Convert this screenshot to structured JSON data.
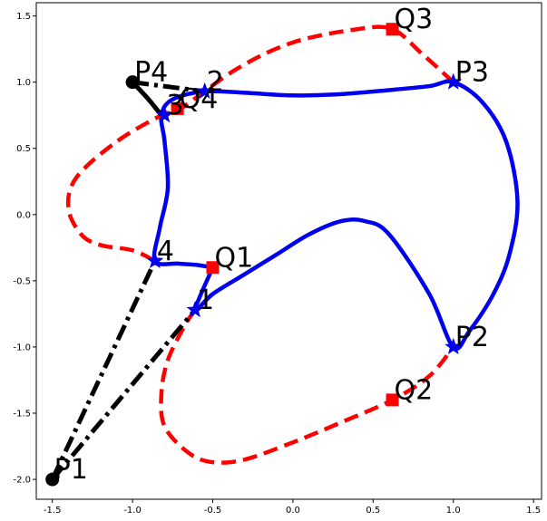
{
  "chart_data": {
    "type": "line",
    "title": "",
    "xlabel": "",
    "ylabel": "",
    "xlim": [
      -1.6,
      1.55
    ],
    "ylim": [
      -2.15,
      1.6
    ],
    "grid": false,
    "x_ticks": [
      -1.5,
      -1.0,
      -0.5,
      0.0,
      0.5,
      1.0,
      1.5
    ],
    "x_tick_labels": [
      "-1.5",
      "-1.0",
      "-0.5",
      "0.0",
      "0.5",
      "1.0",
      "1.5"
    ],
    "y_ticks": [
      1.5,
      1.0,
      0.5,
      0.0,
      -0.5,
      -1.0,
      -1.5,
      -2.0
    ],
    "y_tick_labels": [
      "1.5",
      "1.0",
      "0.5",
      "0.0",
      "-0.5",
      "-1.0",
      "-1.5",
      "-2.0"
    ],
    "colors": {
      "blue_curve": "#0000ee",
      "red_curve": "#ff0000",
      "black_lines": "#000000"
    },
    "series": [
      {
        "style": "blue-solid",
        "points": [
          [
            -0.5,
            -0.4
          ],
          [
            -0.6,
            -0.38
          ],
          [
            -0.72,
            -0.37
          ],
          [
            -0.86,
            -0.35
          ],
          [
            -0.83,
            -0.1
          ],
          [
            -0.78,
            0.2
          ],
          [
            -0.8,
            0.55
          ],
          [
            -0.82,
            0.75
          ],
          [
            -0.75,
            0.87
          ],
          [
            -0.55,
            0.93
          ],
          [
            -0.3,
            0.92
          ],
          [
            0,
            0.9
          ],
          [
            0.3,
            0.91
          ],
          [
            0.6,
            0.94
          ],
          [
            0.85,
            0.97
          ],
          [
            1,
            1.0
          ],
          [
            1.18,
            0.85
          ],
          [
            1.33,
            0.55
          ],
          [
            1.4,
            0.1
          ],
          [
            1.35,
            -0.3
          ],
          [
            1.25,
            -0.6
          ],
          [
            1.1,
            -0.88
          ],
          [
            1,
            -1.0
          ],
          [
            0.85,
            -0.6
          ],
          [
            0.6,
            -0.15
          ],
          [
            0.45,
            -0.05
          ],
          [
            0.3,
            -0.05
          ],
          [
            0.1,
            -0.15
          ],
          [
            -0.1,
            -0.3
          ],
          [
            -0.3,
            -0.45
          ],
          [
            -0.5,
            -0.6
          ],
          [
            -0.61,
            -0.72
          ],
          [
            -0.5,
            -0.4
          ]
        ]
      },
      {
        "style": "red-dashed",
        "points": [
          [
            -0.61,
            -0.72
          ],
          [
            -0.68,
            -0.85
          ],
          [
            -0.78,
            -1.1
          ],
          [
            -0.82,
            -1.35
          ],
          [
            -0.8,
            -1.6
          ],
          [
            -0.65,
            -1.8
          ],
          [
            -0.5,
            -1.87
          ],
          [
            -0.3,
            -1.85
          ],
          [
            0,
            -1.72
          ],
          [
            0.3,
            -1.57
          ],
          [
            0.62,
            -1.4
          ],
          [
            0.85,
            -1.22
          ],
          [
            1,
            -1.0
          ]
        ]
      },
      {
        "style": "red-dashed",
        "points": [
          [
            1,
            1.0
          ],
          [
            0.8,
            1.22
          ],
          [
            0.62,
            1.4
          ],
          [
            0.4,
            1.4
          ],
          [
            0,
            1.3
          ],
          [
            -0.35,
            1.1
          ],
          [
            -0.7,
            0.8
          ],
          [
            -0.82,
            0.75
          ],
          [
            -1.1,
            0.55
          ],
          [
            -1.35,
            0.28
          ],
          [
            -1.4,
            0.05
          ],
          [
            -1.32,
            -0.15
          ],
          [
            -1.2,
            -0.23
          ],
          [
            -1.0,
            -0.27
          ],
          [
            -0.86,
            -0.35
          ]
        ]
      },
      {
        "style": "black-dashdot",
        "points": [
          [
            -1.5,
            -2.0
          ],
          [
            -0.86,
            -0.35
          ]
        ]
      },
      {
        "style": "black-dashdot",
        "points": [
          [
            -1.5,
            -2.0
          ],
          [
            -0.61,
            -0.72
          ]
        ]
      },
      {
        "style": "black-dashdot",
        "points": [
          [
            -1.0,
            1.0
          ],
          [
            -0.55,
            0.93
          ]
        ]
      },
      {
        "style": "black-solid",
        "points": [
          [
            -1.0,
            1.0
          ],
          [
            -0.9,
            0.87
          ],
          [
            -0.82,
            0.75
          ]
        ]
      }
    ],
    "control_points": [
      {
        "label": "P1",
        "x": -1.5,
        "y": -2.0
      },
      {
        "label": "P4",
        "x": -1.0,
        "y": 1.0
      }
    ],
    "square_points": [
      {
        "label": "Q1",
        "x": -0.5,
        "y": -0.4
      },
      {
        "label": "Q2",
        "x": 0.62,
        "y": -1.4
      },
      {
        "label": "Q3",
        "x": 0.62,
        "y": 1.4
      },
      {
        "label": "Q4",
        "x": -0.72,
        "y": 0.8
      }
    ],
    "star_points": [
      {
        "label": "1",
        "x": -0.61,
        "y": -0.72
      },
      {
        "label": "2",
        "x": -0.55,
        "y": 0.93
      },
      {
        "label": "3",
        "x": -0.8,
        "y": 0.75
      },
      {
        "label": "4",
        "x": -0.86,
        "y": -0.35
      },
      {
        "label": "P2",
        "x": 1.0,
        "y": -1.0
      },
      {
        "label": "P3",
        "x": 1.0,
        "y": 1.0
      }
    ]
  }
}
